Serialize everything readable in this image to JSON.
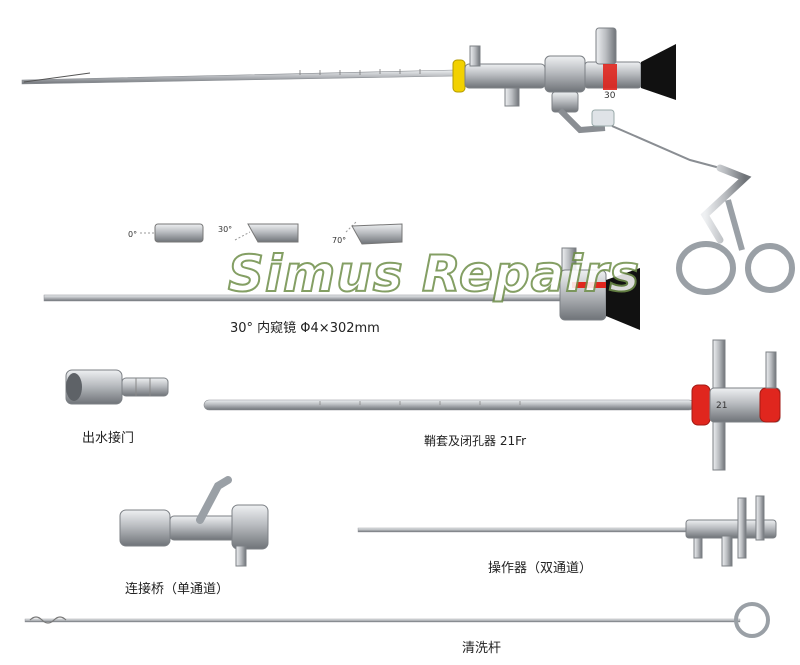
{
  "watermark": {
    "text": "Simus Repairs"
  },
  "labels": {
    "scope": "30° 内窥镜 Φ4×302mm",
    "outlet": "出水接门",
    "sheath": "鞘套及闭孔器 21Fr",
    "bridge": "连接桥（单通道）",
    "working_element": "操作器（双通道）",
    "cleaning_rod": "清洗杆"
  },
  "angle_tips": [
    {
      "label": "0°"
    },
    {
      "label": "30°"
    },
    {
      "label": "70°"
    }
  ],
  "part_marks": {
    "scope_marker": "30",
    "sheath_marker": "21"
  },
  "colors": {
    "metal": "#b9bcc0",
    "metal_dark": "#7c8085",
    "eyepiece": "#111111",
    "yellow_ring": "#f2d100",
    "red_ring": "#e0261e",
    "watermark_stroke": "#6f8f4a"
  }
}
